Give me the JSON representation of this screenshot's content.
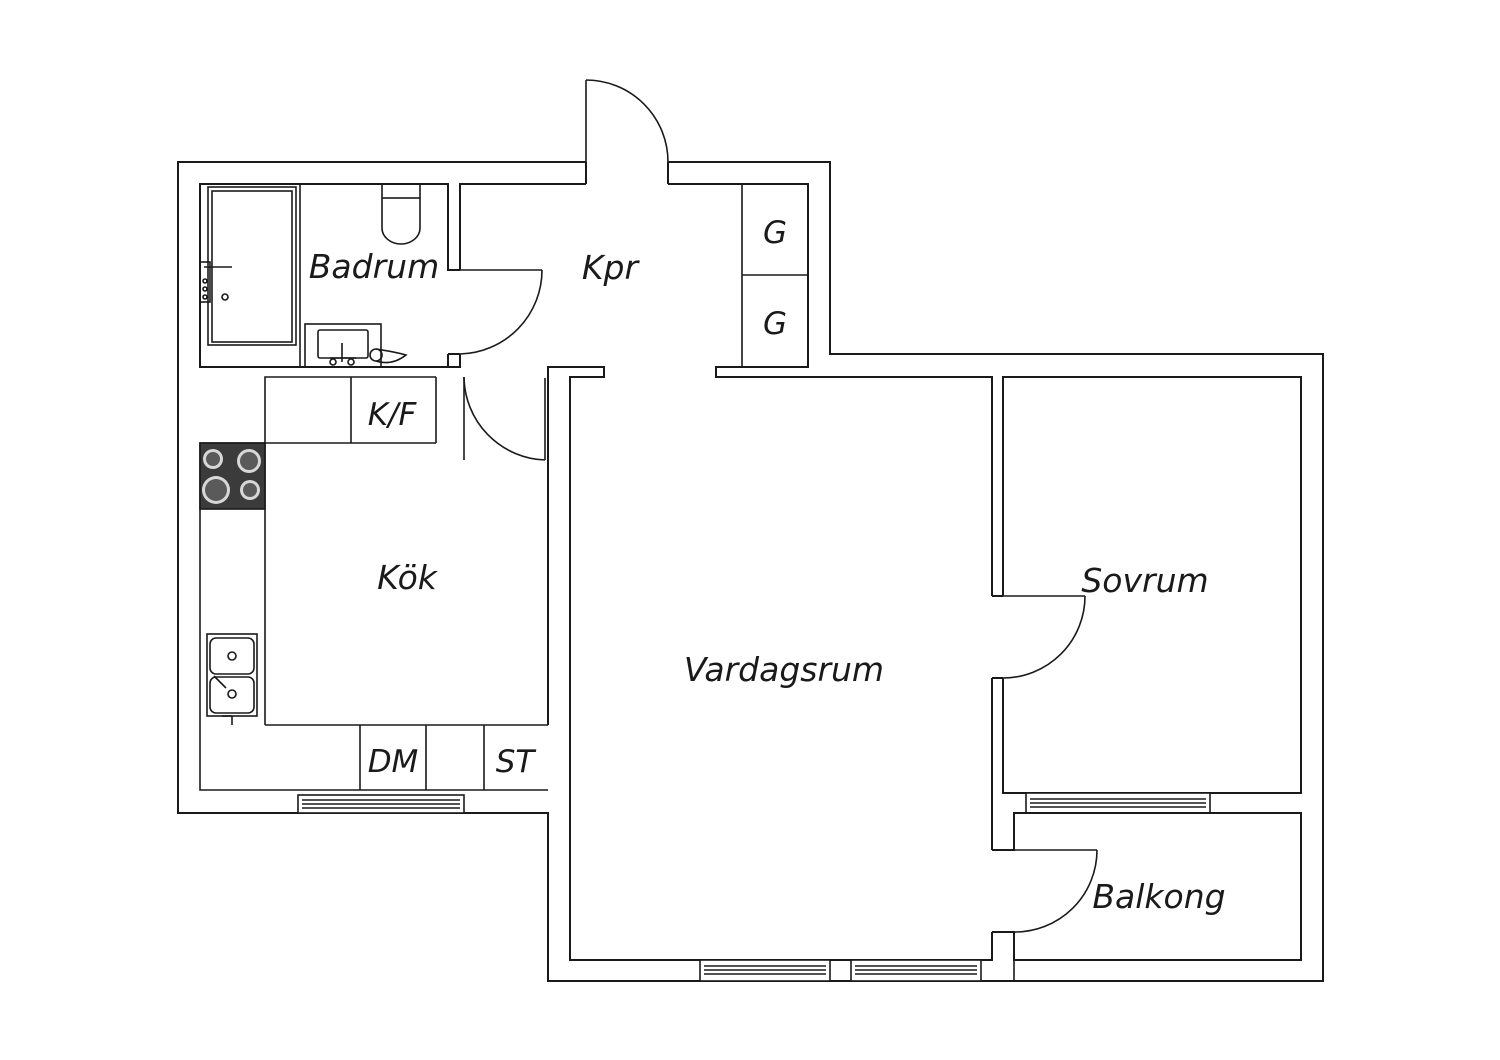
{
  "rooms": {
    "badrum": "Badrum",
    "kpr": "Kpr",
    "kok": "Kök",
    "vardagsrum": "Vardagsrum",
    "sovrum": "Sovrum",
    "balkong": "Balkong"
  },
  "fixtures": {
    "garderob_1": "G",
    "garderob_2": "G",
    "kyl_frys": "K/F",
    "diskmaskin": "DM",
    "stad": "ST"
  },
  "icons": {
    "bathtub": "bathtub-icon",
    "toilet": "toilet-icon",
    "sink": "sink-icon",
    "stove": "stove-icon",
    "kitchen_sink": "kitchen-sink-icon"
  }
}
